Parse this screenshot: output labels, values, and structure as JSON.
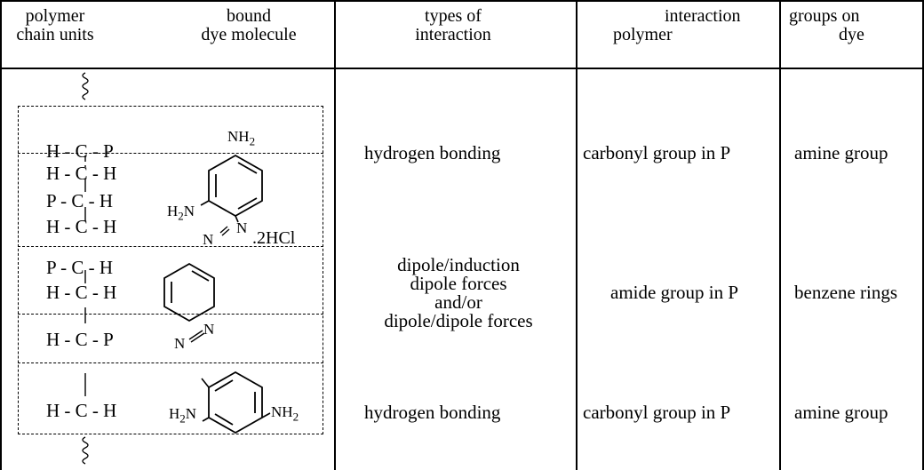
{
  "headers": {
    "col1": [
      "polymer",
      "chain units"
    ],
    "col2": [
      "bound",
      "dye molecule"
    ],
    "col3": [
      "types of",
      "interaction"
    ],
    "col4": [
      "interaction",
      "polymer"
    ],
    "col5": [
      "groups on",
      "dye"
    ]
  },
  "chain_units": [
    "H - C - P",
    "H - C - H",
    "P - C - H",
    "H - C - H",
    "P - C - H",
    "H - C - H",
    "H - C - P",
    "H - C - H"
  ],
  "dye_labels": {
    "nh2_top": "NH",
    "h2n_left": "H",
    "n_azo1": "N",
    "n_azo2": "N",
    "hcl": ".2HCl",
    "n_azo3": "N",
    "n_azo4": "N",
    "h2n_bottom": "H",
    "nh2_bottom": "NH",
    "sub2": "2",
    "n_letter": "N"
  },
  "rows": [
    {
      "interaction": "hydrogen bonding",
      "polymer_group": "carbonyl group in P",
      "dye_group": "amine group"
    },
    {
      "interaction_lines": [
        "dipole/induction",
        "dipole forces",
        "and/or",
        "dipole/dipole forces"
      ],
      "polymer_group": "amide group in P",
      "dye_group": "benzene rings"
    },
    {
      "interaction": "hydrogen bonding",
      "polymer_group": "carbonyl group in P",
      "dye_group": "amine group"
    }
  ]
}
